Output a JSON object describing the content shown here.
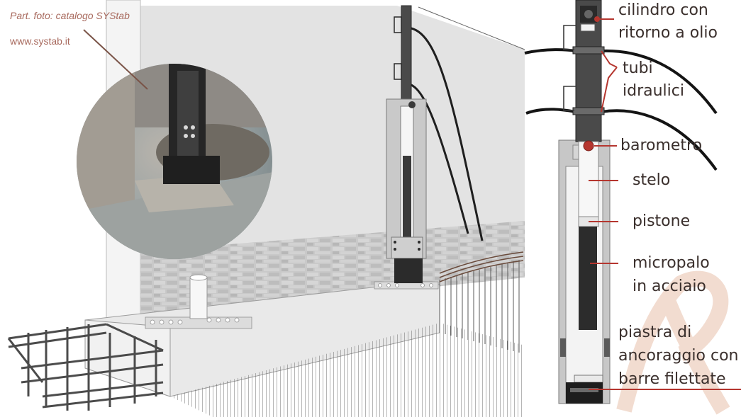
{
  "credit": {
    "text": "Part. foto: catalogo SYStab",
    "website": "www.systab.it"
  },
  "labels": {
    "cylinder_line1": "cilindro con",
    "cylinder_line2": "ritorno a olio",
    "hoses_line1": "tubi",
    "hoses_line2": "idraulici",
    "barometer": "barometro",
    "rod": "stelo",
    "piston": "pistone",
    "micropile_line1": "micropalo",
    "micropile_line2": "in acciaio",
    "plate_line1": "piastra di",
    "plate_line2": "ancoraggio con",
    "plate_line3": "barre filettate"
  },
  "colors": {
    "leader": "#b5362f",
    "credit_text": "#a86a5e",
    "label_text": "#3a2f2c",
    "watermark": "#f1d9cc"
  }
}
